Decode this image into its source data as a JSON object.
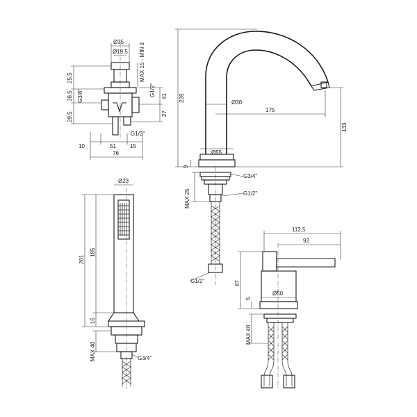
{
  "views": {
    "valve_body": {
      "dia_top": "Ø35",
      "dia_inner": "Ø19,5",
      "max_min": "MAX 15 - MIN 3",
      "h_25_5": "25,5",
      "h_38_5": "38,5",
      "h_29_5": "29,5",
      "g38": "G3/8\"",
      "g12_right": "G1/2\"",
      "h_41": "41",
      "h_27": "27",
      "g12_bottom": "G1/2\"",
      "w_10": "10",
      "w_51": "51",
      "w_15": "15",
      "w_76": "76"
    },
    "spout": {
      "h_228": "228",
      "dia_30": "Ø30",
      "reach_175": "175",
      "h_133": "133",
      "dia_55": "Ø55",
      "h_9": "9",
      "g34": "G3/4\"",
      "max25": "MAX 25",
      "g12": "G1/2\"",
      "g12_hose": "G1/2\""
    },
    "hand_shower": {
      "dia_23": "Ø23",
      "h_201": "201",
      "h_185": "185",
      "h_16": "16",
      "max40": "MAX 40",
      "g34": "G3/4\""
    },
    "mixer": {
      "w_112_5": "112,5",
      "w_92": "92",
      "h_87": "87",
      "dia_50": "Ø50",
      "h_5": "5",
      "max40": "MAX 40"
    }
  }
}
